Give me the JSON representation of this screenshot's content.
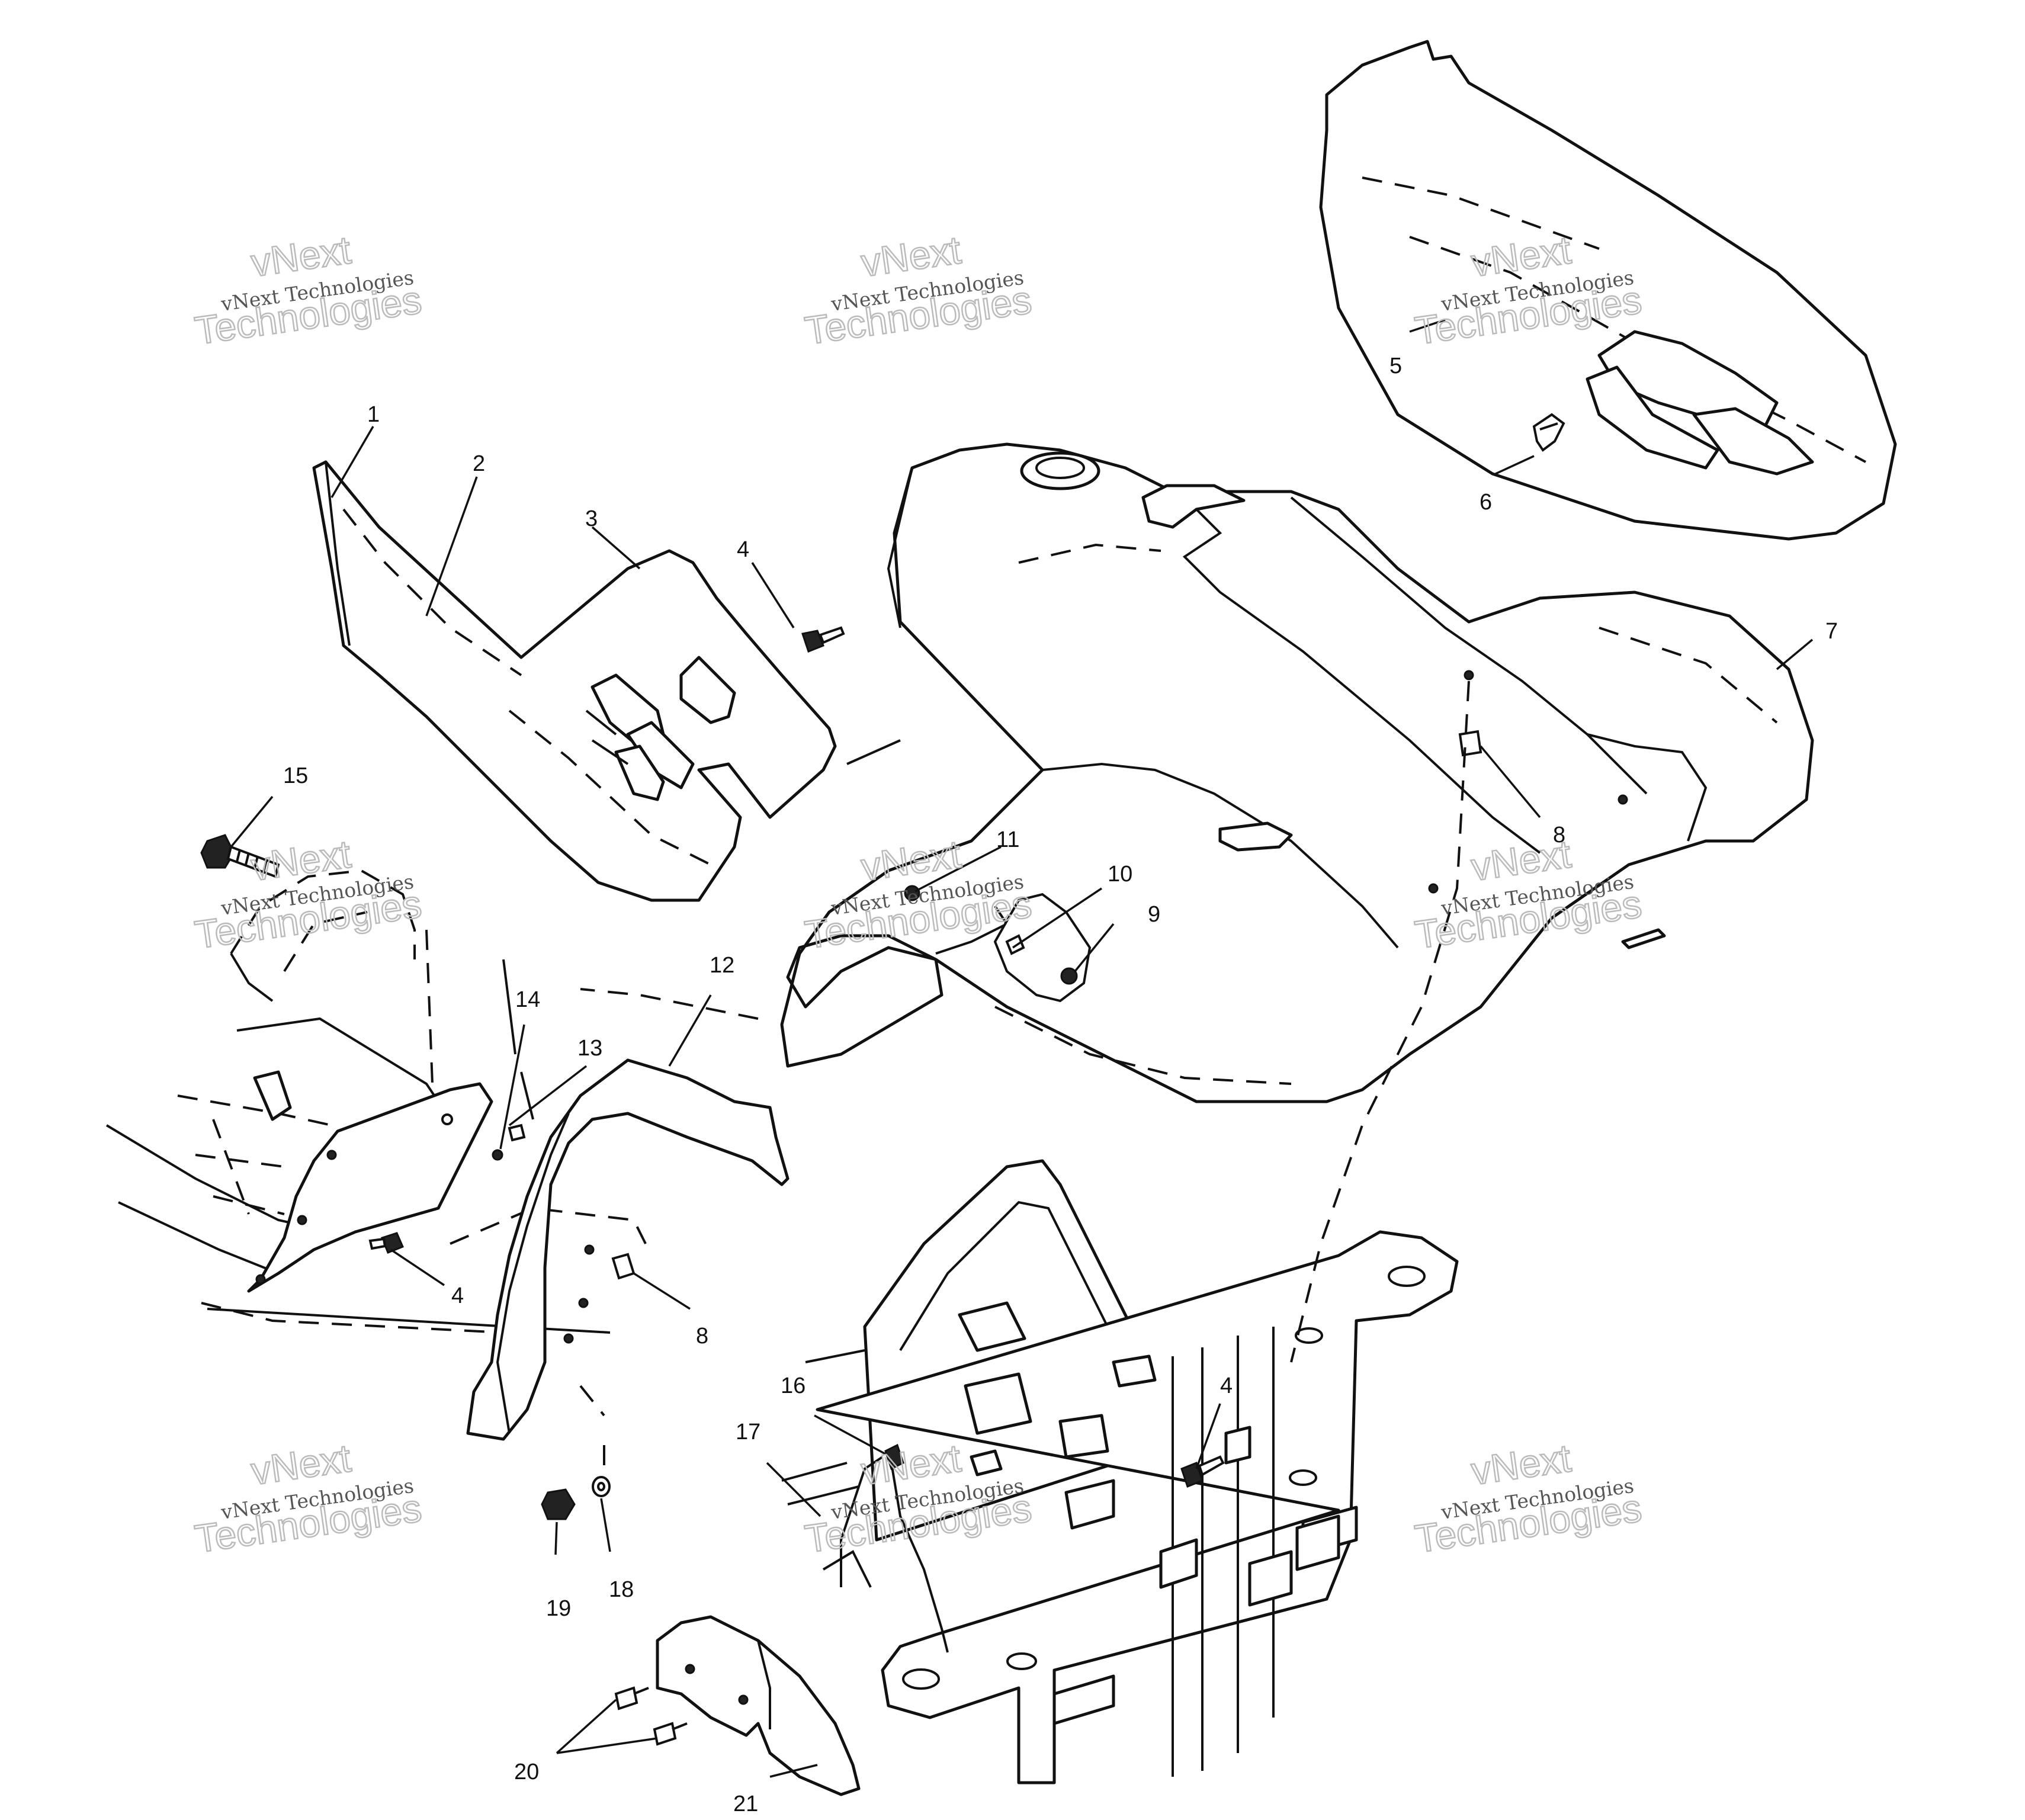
{
  "watermark": {
    "brand_line": "vNext",
    "caption_line": "vNext Technologies",
    "large_line": "Technologies"
  },
  "callouts": {
    "c1": "1",
    "c2": "2",
    "c3": "3",
    "c4a": "4",
    "c4b": "4",
    "c4c": "4",
    "c5": "5",
    "c6": "6",
    "c7": "7",
    "c8a": "8",
    "c8b": "8",
    "c9": "9",
    "c10": "10",
    "c11": "11",
    "c12": "12",
    "c13": "13",
    "c14": "14",
    "c15": "15",
    "c16": "16",
    "c17": "17",
    "c18": "18",
    "c19": "19",
    "c20": "20",
    "c21": "21"
  }
}
